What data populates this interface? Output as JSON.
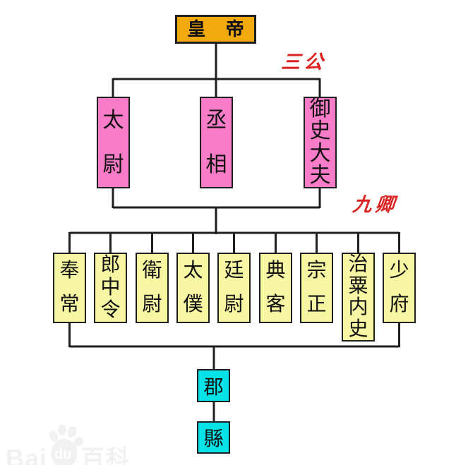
{
  "diagram": {
    "emperor": {
      "label": "皇帝"
    },
    "annotations": {
      "three_lords": "三公",
      "nine_ministers": "九卿"
    },
    "three_lords": [
      {
        "label": "太尉"
      },
      {
        "label": "丞相"
      },
      {
        "label": "御史大夫"
      }
    ],
    "nine_ministers": [
      {
        "label": "奉常"
      },
      {
        "label": "郎中令"
      },
      {
        "label": "衛尉"
      },
      {
        "label": "太僕"
      },
      {
        "label": "廷尉"
      },
      {
        "label": "典客"
      },
      {
        "label": "宗正"
      },
      {
        "label": "治粟内史"
      },
      {
        "label": "少府"
      }
    ],
    "local_government": {
      "commandery": {
        "label": "郡"
      },
      "county": {
        "label": "縣"
      }
    }
  },
  "colors": {
    "emperor_fill": "#F2A90D",
    "lords_fill": "#F97CC8",
    "ministers_fill": "#F6F6A3",
    "local_fill": "#06E3E8",
    "annotation": "#DD2222",
    "line": "#1F1F1F",
    "watermark_gray": "#F1F1F1"
  },
  "watermark": {
    "bai": "Bai",
    "du": "du",
    "baike": "百科"
  }
}
